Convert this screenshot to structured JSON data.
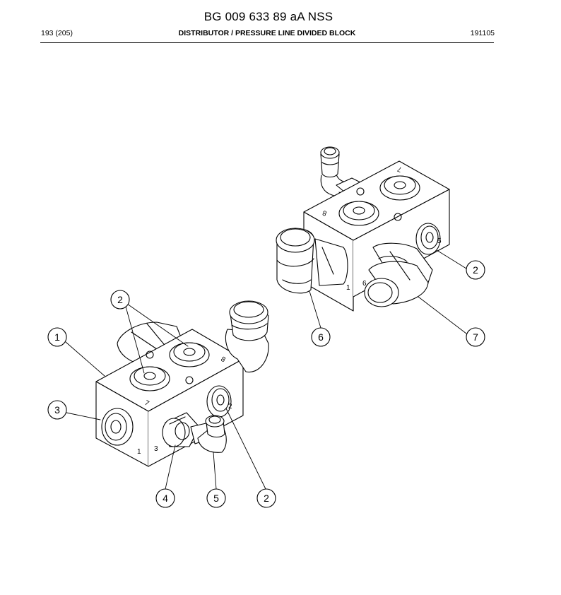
{
  "header": {
    "doc_title": "BG 009 633 89 aA NSS",
    "page_ref": "193 (205)",
    "section_title": "DISTRIBUTOR / PRESSURE LINE DIVIDED BLOCK",
    "date_code": "191105"
  },
  "callouts": {
    "c1": "1",
    "c2_upper_left": "2",
    "c3": "3",
    "c4": "4",
    "c5": "5",
    "c2_lower": "2",
    "c2_right": "2",
    "c6": "6",
    "c7": "7"
  },
  "port_marks": {
    "left_top_7": "7",
    "left_top_8": "8",
    "left_side_2": "2",
    "left_front_1": "1",
    "left_front_3": "3",
    "right_top_7": "7",
    "right_top_8": "8",
    "right_side_5": "5",
    "right_front_1": "1",
    "right_front_6": "6"
  },
  "colors": {
    "line": "#000000",
    "paper": "#ffffff",
    "shade": "#e9e9e9"
  }
}
